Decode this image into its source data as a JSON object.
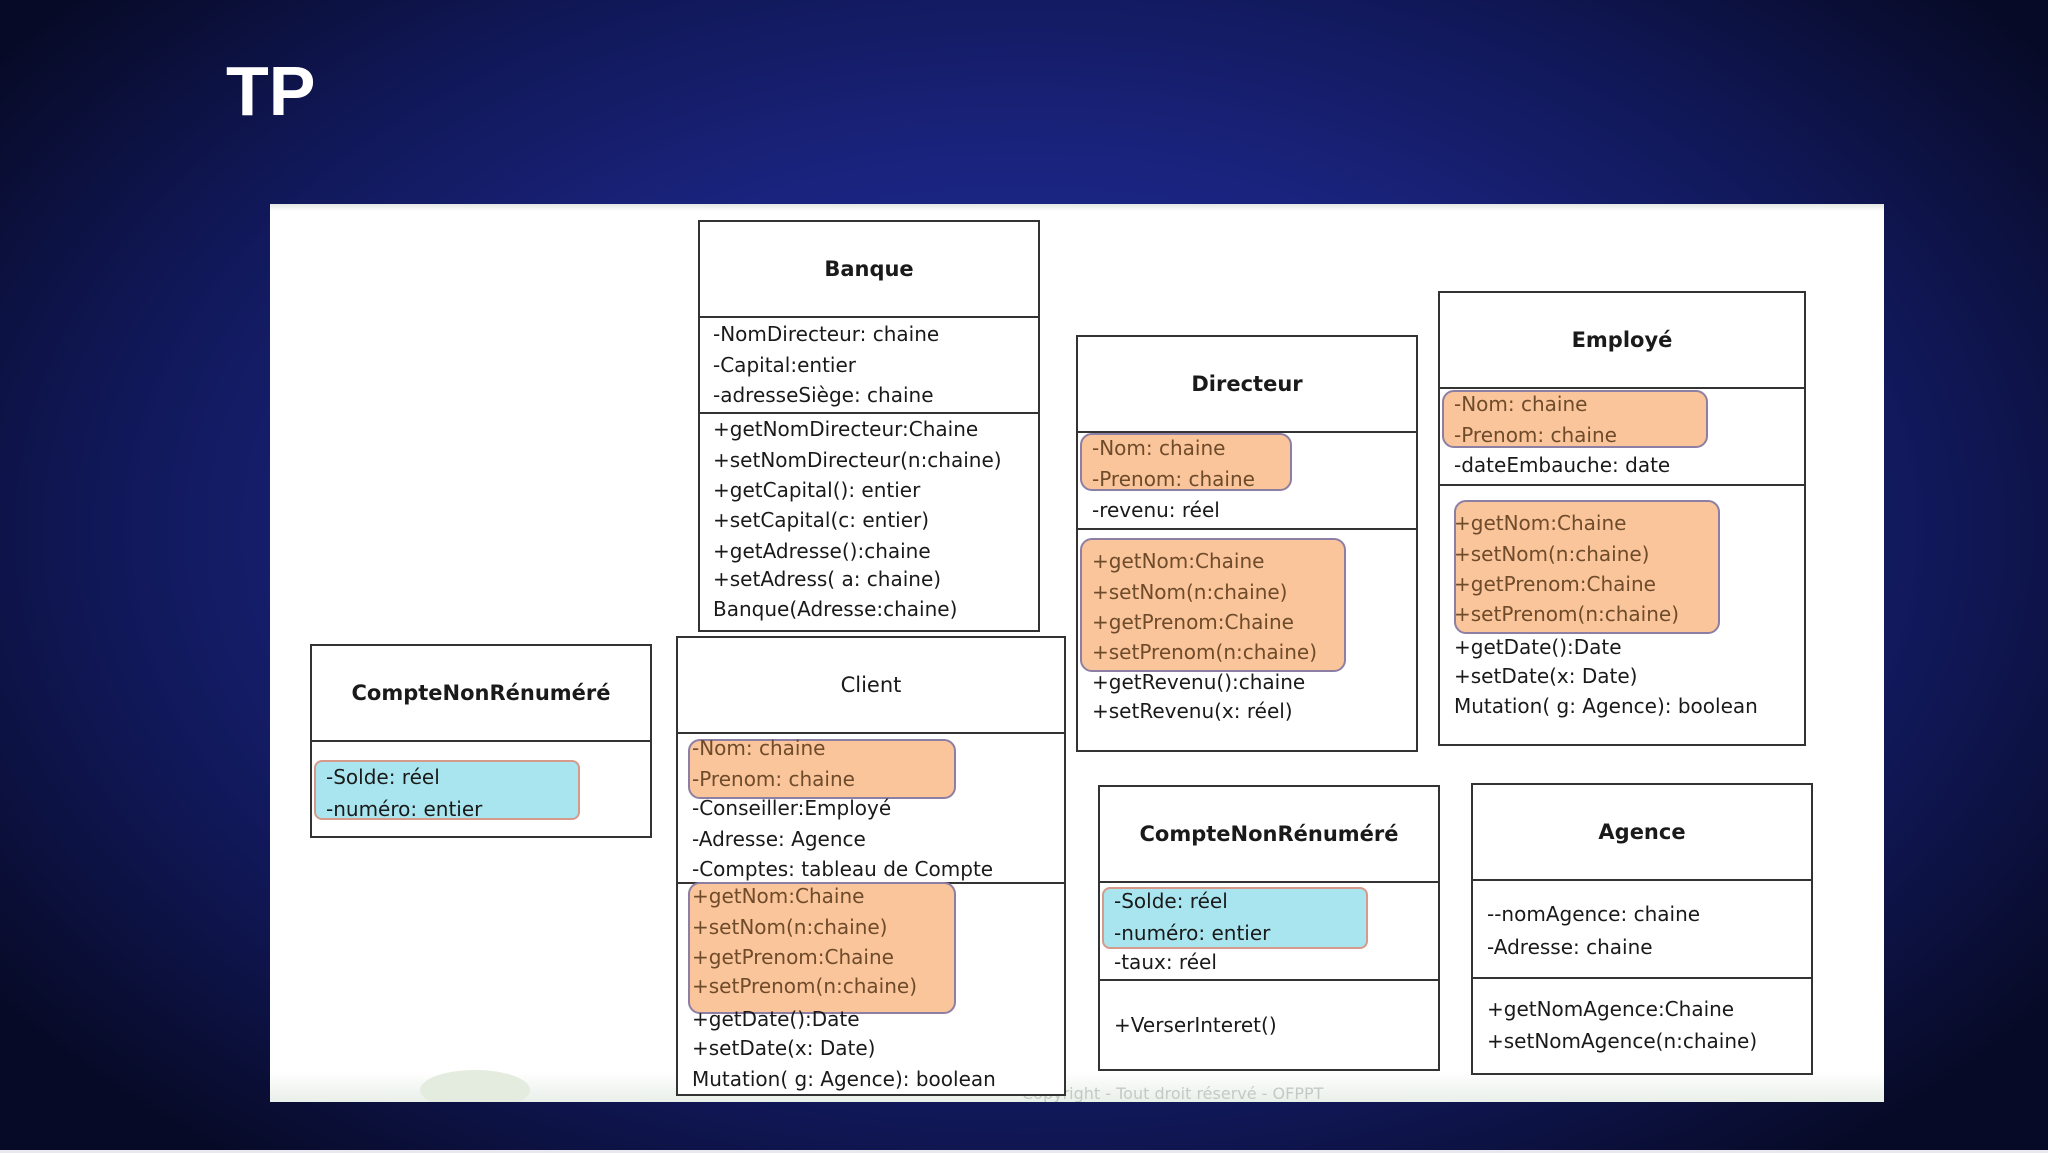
{
  "slide": {
    "title": "TP"
  },
  "footer": {
    "copyright": "Copyright - Tout droit réservé - OFPPT"
  },
  "colors": {
    "highlight_orange": "#fbc59b",
    "highlight_cyan": "#a9e5ee",
    "background": "#1a247f"
  },
  "classes": {
    "banque": {
      "name": "Banque",
      "attributes": [
        "-NomDirecteur: chaine",
        "-Capital:entier",
        "-adresseSiège: chaine"
      ],
      "methods": [
        "+getNomDirecteur:Chaine",
        "+setNomDirecteur(n:chaine)",
        "+getCapital(): entier",
        "+setCapital(c: entier)",
        "+getAdresse():chaine",
        "+setAdress( a: chaine)",
        "Banque(Adresse:chaine)"
      ]
    },
    "directeur": {
      "name": "Directeur",
      "attributes": [
        "-Nom: chaine",
        "-Prenom: chaine",
        "-revenu: réel"
      ],
      "methods": [
        "+getNom:Chaine",
        "+setNom(n:chaine)",
        "+getPrenom:Chaine",
        "+setPrenom(n:chaine)",
        "+getRevenu():chaine",
        "+setRevenu(x: réel)"
      ]
    },
    "employe": {
      "name": "Employé",
      "attributes": [
        "-Nom: chaine",
        "-Prenom: chaine",
        "-dateEmbauche: date"
      ],
      "methods": [
        "+getNom:Chaine",
        "+setNom(n:chaine)",
        "+getPrenom:Chaine",
        "+setPrenom(n:chaine)",
        "+getDate():Date",
        "+setDate(x: Date)",
        "Mutation( g: Agence): boolean"
      ]
    },
    "compte_left": {
      "name": "CompteNonRénuméré",
      "attributes": [
        "-Solde: réel",
        "-numéro: entier"
      ]
    },
    "client": {
      "name": "Client",
      "attributes": [
        "-Nom: chaine",
        "-Prenom: chaine",
        "-Conseiller:Employé",
        "-Adresse: Agence",
        "-Comptes: tableau de Compte"
      ],
      "methods": [
        "+getNom:Chaine",
        "+setNom(n:chaine)",
        "+getPrenom:Chaine",
        "+setPrenom(n:chaine)",
        "+getDate():Date",
        "+setDate(x: Date)",
        "Mutation( g: Agence): boolean"
      ]
    },
    "compte_right": {
      "name": "CompteNonRénuméré",
      "attributes": [
        "-Solde: réel",
        "-numéro: entier",
        "-taux: réel"
      ],
      "methods": [
        "+VerserInteret()"
      ]
    },
    "agence": {
      "name": "Agence",
      "attributes": [
        "--nomAgence: chaine",
        "-Adresse: chaine"
      ],
      "methods": [
        "+getNomAgence:Chaine",
        "+setNomAgence(n:chaine)"
      ]
    }
  }
}
